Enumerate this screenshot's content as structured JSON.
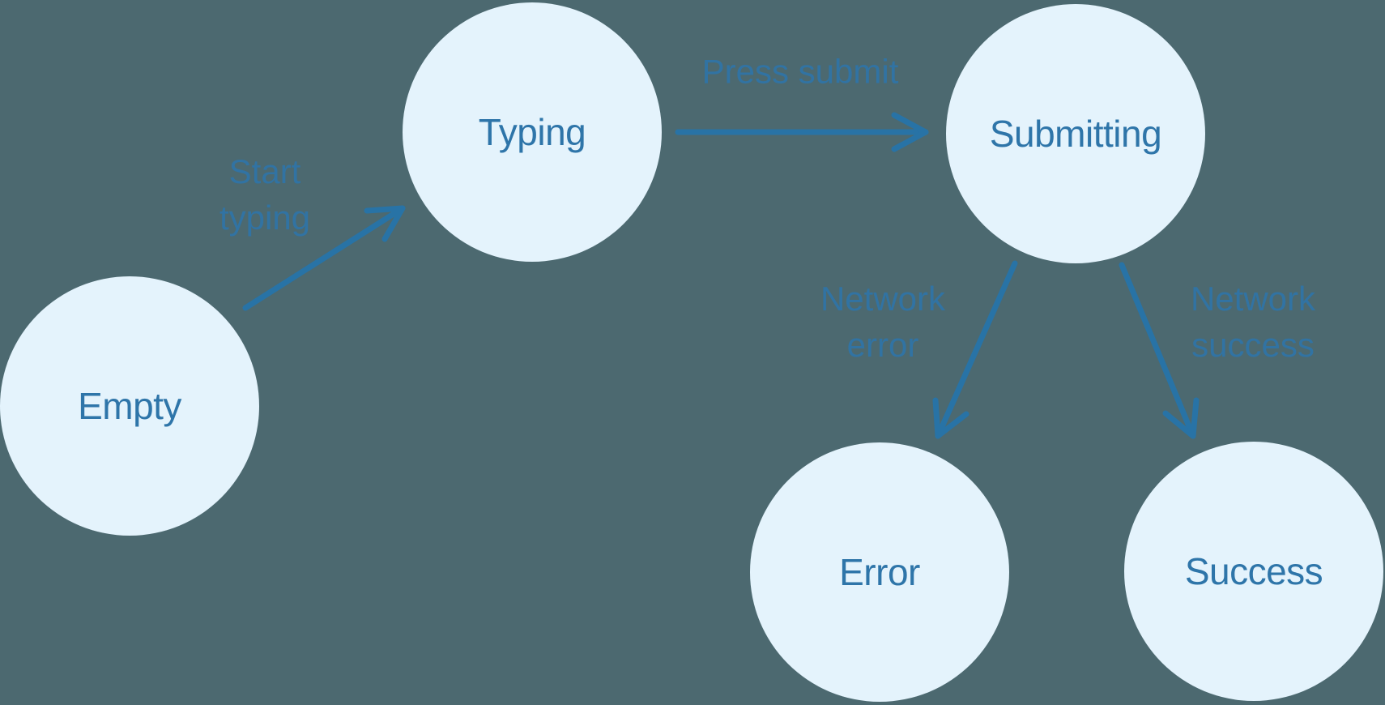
{
  "diagram": {
    "type": "state-machine",
    "colors": {
      "background": "#4c6970",
      "node_fill": "#e4f3fc",
      "node_text": "#2e75a9",
      "edge": "#2873a6",
      "edge_label": "#3173a3"
    },
    "nodes": [
      {
        "id": "empty",
        "label": "Empty"
      },
      {
        "id": "typing",
        "label": "Typing"
      },
      {
        "id": "submitting",
        "label": "Submitting"
      },
      {
        "id": "error",
        "label": "Error"
      },
      {
        "id": "success",
        "label": "Success"
      }
    ],
    "edges": [
      {
        "from": "empty",
        "to": "typing",
        "label": "Start typing",
        "label_lines": [
          "Start",
          "typing"
        ]
      },
      {
        "from": "typing",
        "to": "submitting",
        "label": "Press submit",
        "label_lines": [
          "Press submit"
        ]
      },
      {
        "from": "submitting",
        "to": "error",
        "label": "Network error",
        "label_lines": [
          "Network",
          "error"
        ]
      },
      {
        "from": "submitting",
        "to": "success",
        "label": "Network success",
        "label_lines": [
          "Network",
          "success"
        ]
      }
    ]
  }
}
